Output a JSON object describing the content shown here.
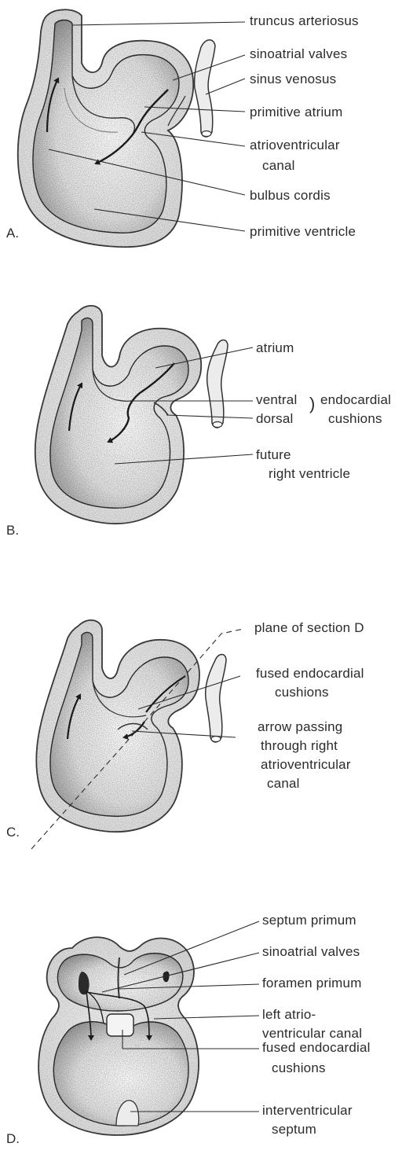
{
  "figure": {
    "panels": [
      {
        "id": "A",
        "letter": "A.",
        "labels": {
          "truncus": "truncus arteriosus",
          "sa_valves": "sinoatrial valves",
          "sinus": "sinus venosus",
          "atrium": "primitive atrium",
          "av_canal_1": "atrioventricular",
          "av_canal_2": "canal",
          "bulbus": "bulbus cordis",
          "ventricle": "primitive ventricle"
        }
      },
      {
        "id": "B",
        "letter": "B.",
        "labels": {
          "atrium": "atrium",
          "ventral": "ventral",
          "dorsal": "dorsal",
          "endo_1": "endocardial",
          "endo_2": "cushions",
          "rv_1": "future",
          "rv_2": "right ventricle"
        }
      },
      {
        "id": "C",
        "letter": "C.",
        "labels": {
          "plane": "plane of section D",
          "fused_1": "fused endocardial",
          "fused_2": "cushions",
          "arrow_1": "arrow passing",
          "arrow_2": "through right",
          "arrow_3": "atrioventricular",
          "arrow_4": "canal"
        }
      },
      {
        "id": "D",
        "letter": "D.",
        "labels": {
          "septum": "septum primum",
          "sa_valves": "sinoatrial valves",
          "foramen": "foramen primum",
          "lav_1": "left atrio-",
          "lav_2": "ventricular canal",
          "fused_1": "fused endocardial",
          "fused_2": "cushions",
          "iv_1": "interventricular",
          "iv_2": "septum"
        }
      }
    ]
  }
}
